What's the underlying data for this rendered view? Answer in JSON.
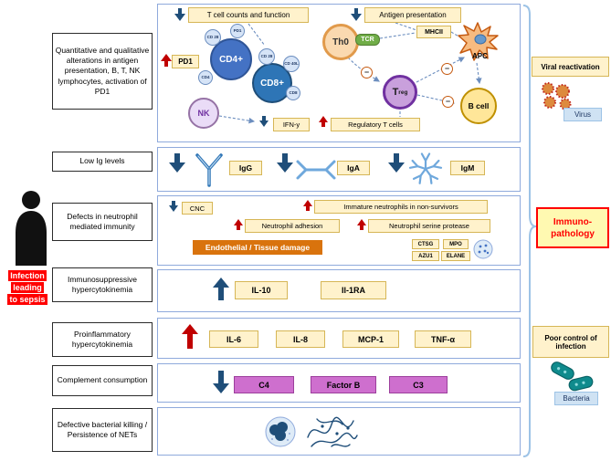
{
  "left": {
    "labels": [
      "Quantitative and qualitative alterations in antigen presentation, B, T, NK lymphocytes, activation of PD1",
      "Low Ig levels",
      "Defects in neutrophil mediated immunity",
      "Immunosuppressive hypercytokinemia",
      "Proinflammatory hypercytokinemia",
      "Complement consumption",
      "Defective bacterial killing / Persistence of NETs"
    ],
    "infection_lines": [
      "Infection",
      "leading",
      "to sepsis"
    ]
  },
  "s1": {
    "t_cell_counts": "T cell counts and function",
    "antigen_presentation": "Antigen presentation",
    "pd1_box": "PD1",
    "cd4_big": "CD4+",
    "cd8_big": "CD8+",
    "cd28": "CD 28",
    "pd1_small": "PD1",
    "cd4_small": "CD4",
    "cd40l": "CD 40L",
    "cd8_small": "CD8",
    "nk": "NK",
    "ifn": "IFN-y",
    "reg_t_cells": "Regulatory T cells",
    "th0": "Th0",
    "tcr": "TCR",
    "mhcii": "MHCII",
    "apc": "APC",
    "treg_main": "T",
    "treg_sub": "reg",
    "b_cell": "B cell",
    "minus": "−"
  },
  "s2": {
    "igg": "IgG",
    "iga": "IgA",
    "igm": "IgM"
  },
  "s3": {
    "cnc": "CNC",
    "immature": "Immature neutrophils in non-survivors",
    "adhesion": "Neutrophil adhesion",
    "serine": "Neutrophil serine protease",
    "endothelial": "Endothelial / Tissue damage",
    "genes": [
      "CTSG",
      "MPO",
      "AZU1",
      "ELANE"
    ]
  },
  "s4": {
    "il10": "IL-10",
    "il1ra": "Il-1RA"
  },
  "s5": {
    "il6": "IL-6",
    "il8": "IL-8",
    "mcp1": "MCP-1",
    "tnf": "TNF-α"
  },
  "s6": {
    "c4": "C4",
    "factor_b": "Factor B",
    "c3": "C3"
  },
  "right": {
    "viral_reactivation": "Viral reactivation",
    "virus": "Virus",
    "immunopathology_lines": [
      "Immuno-",
      "pathology"
    ],
    "poor_control": "Poor control of infection",
    "bacteria": "Bacteria"
  },
  "icons": {
    "increase": "↑",
    "decrease": "↓",
    "inhibition": "−"
  },
  "colors": {
    "yellow_box_bg": "#FFF2CC",
    "yellow_box_border": "#D6B656",
    "blue_arrow": "#1F4E79",
    "red_arrow": "#C00000",
    "section_border": "#8FAADC",
    "orange_box": "#D9730D",
    "purple_box": "#CE6FCE",
    "cd4_blue": "#4472C4",
    "cd8_blue": "#2E75B6",
    "treg_purple": "#7030A0",
    "b_cell_yellow": "#FFE699",
    "th0_orange": "#FAD9B0",
    "tcr_green": "#70AD47",
    "infection_red": "#FF0000",
    "bacteria_teal": "#0F8B8D",
    "virus_orange": "#DD8A3D"
  }
}
